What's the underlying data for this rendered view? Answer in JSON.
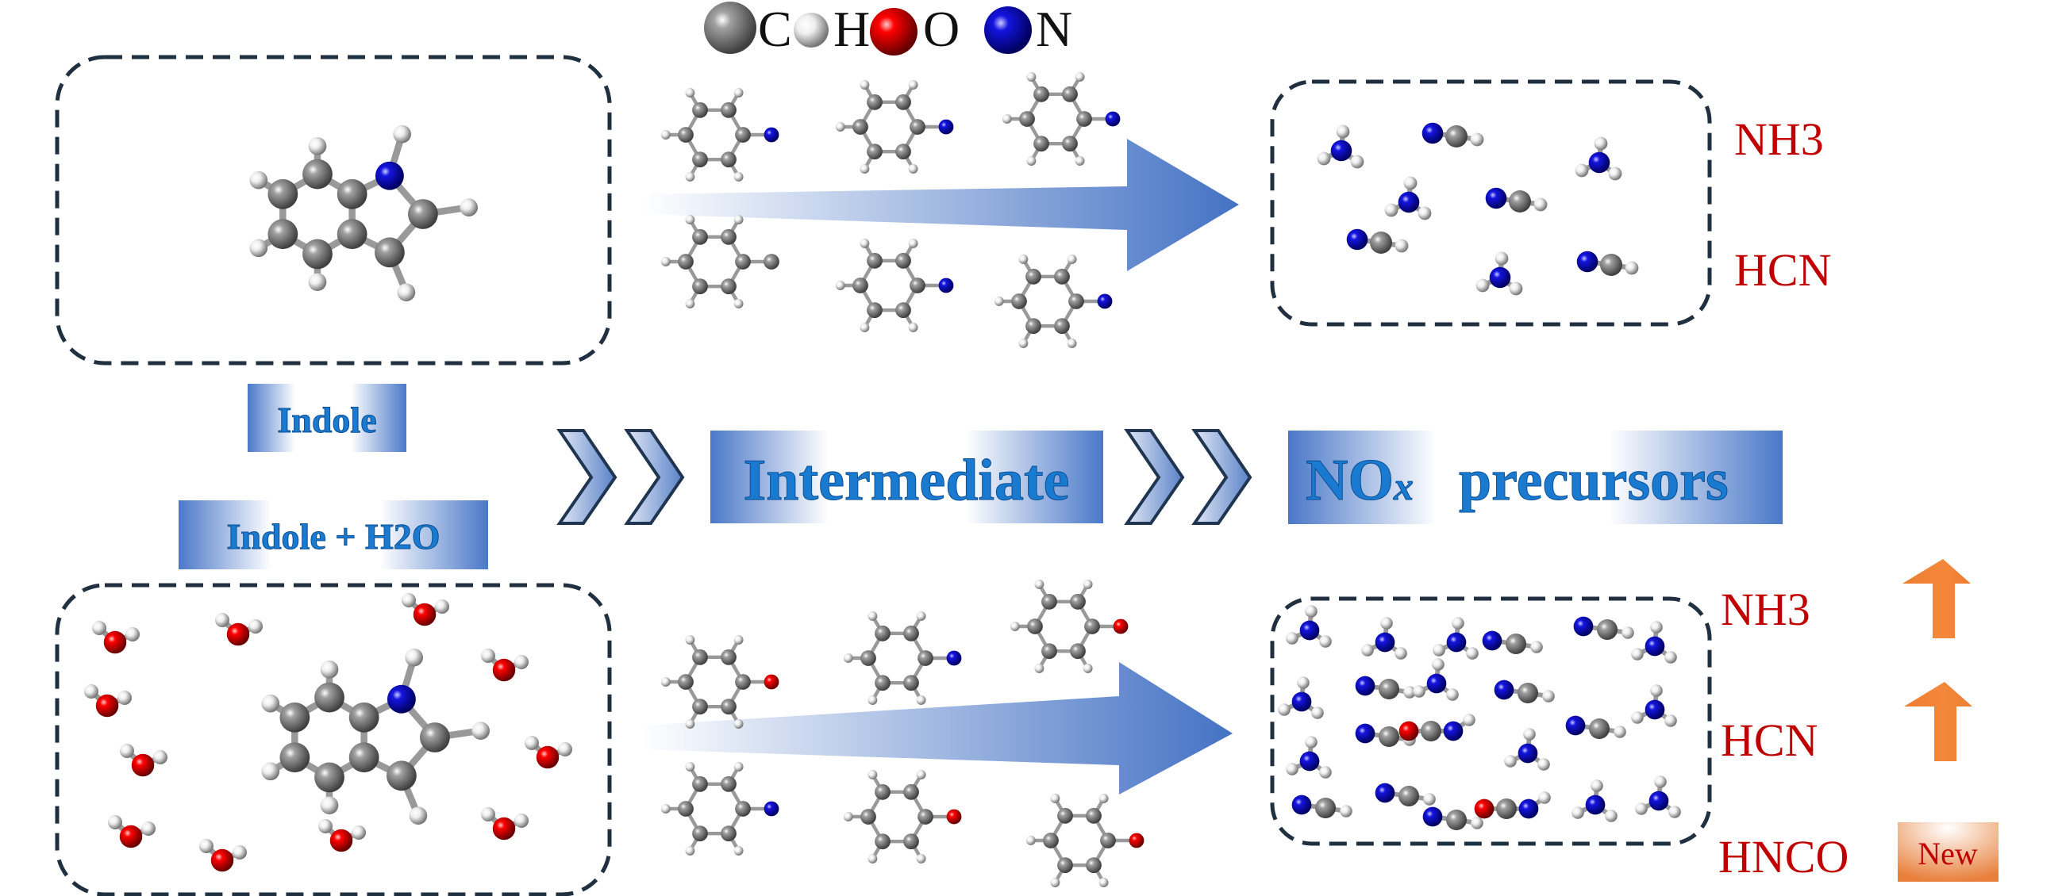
{
  "legend": [
    {
      "symbol": "C",
      "color": "#808080"
    },
    {
      "symbol": "H",
      "color": "#e6e6e6"
    },
    {
      "symbol": "O",
      "color": "#e00000"
    },
    {
      "symbol": "N",
      "color": "#1010d0"
    }
  ],
  "labels": {
    "indole": "Indole",
    "indole_h2o": "Indole + H2O",
    "intermediate": "Intermediate",
    "nox_main": "NO",
    "nox_sub": "x",
    "precursors": "precursors"
  },
  "products_top": [
    "NH3",
    "HCN"
  ],
  "products_bottom": [
    {
      "name": "NH3",
      "trend": "increase"
    },
    {
      "name": "HCN",
      "trend": "increase"
    },
    {
      "name": "HNCO",
      "badge": "New"
    }
  ],
  "colors": {
    "accent_blue": "#4472c4",
    "product_red": "#c00000",
    "arrow_orange": "#ed7d31"
  }
}
